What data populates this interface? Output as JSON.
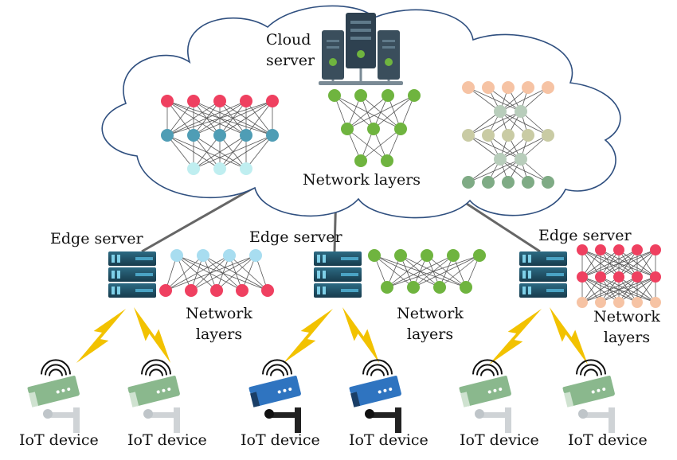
{
  "cloud": {
    "server_label_line1": "Cloud",
    "server_label_line2": "server",
    "layers_label": "Network layers"
  },
  "edge_servers": [
    {
      "label": "Edge server",
      "layers_line1": "Network",
      "layers_line2": "layers"
    },
    {
      "label": "Edge server",
      "layers_line1": "Network",
      "layers_line2": "layers"
    },
    {
      "label": "Edge server",
      "layers_line1": "Network",
      "layers_line2": "layers"
    }
  ],
  "iot_devices": [
    {
      "label": "IoT device",
      "camera_color": "#8ab88d"
    },
    {
      "label": "IoT device",
      "camera_color": "#8ab88d"
    },
    {
      "label": "IoT device",
      "camera_color": "#2f74c0"
    },
    {
      "label": "IoT device",
      "camera_color": "#2f74c0"
    },
    {
      "label": "IoT device",
      "camera_color": "#8ab88d"
    },
    {
      "label": "IoT device",
      "camera_color": "#8ab88d"
    }
  ],
  "icons": {
    "cloud_server": "server-rack-icon",
    "edge_server": "server-stack-icon",
    "wireless": "lightning-bolt-icon",
    "device": "security-camera-icon"
  },
  "colors": {
    "cloud_outline": "#2f4f7f",
    "link_line": "#666666",
    "bolt": "#f2c200",
    "server_dark": "#1f4e63",
    "red_node": "#ef4060",
    "teal_node": "#4f9db5",
    "lightcyan_node": "#bfeef0",
    "green_node": "#6fb43f",
    "peach_node": "#f6c3a4",
    "sage_node": "#b8cdbb",
    "olive_node": "#c9cba4",
    "dkgreen_node": "#7fab85",
    "lightblue_node": "#a8ddf0"
  }
}
